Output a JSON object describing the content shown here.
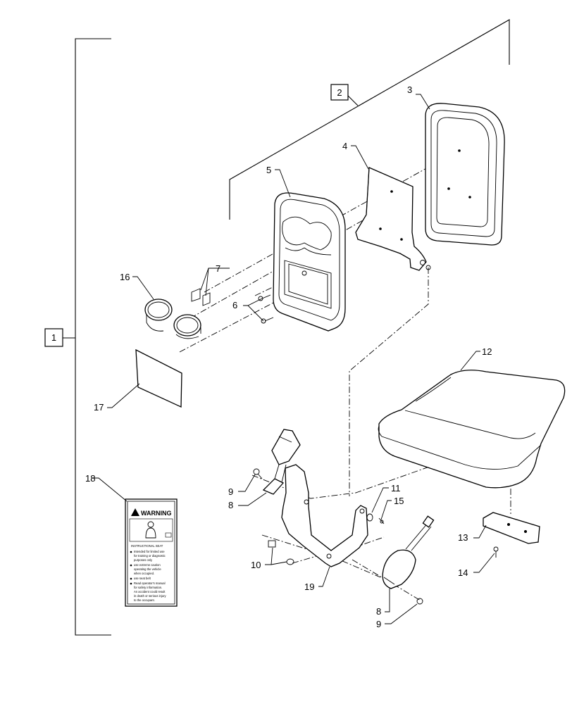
{
  "callouts": {
    "c1": "1",
    "c2": "2",
    "c3": "3",
    "c4": "4",
    "c5": "5",
    "c6": "6",
    "c7": "7",
    "c8a": "8",
    "c8b": "8",
    "c9a": "9",
    "c9b": "9",
    "c10": "10",
    "c11": "11",
    "c12": "12",
    "c13": "13",
    "c14": "14",
    "c15": "15",
    "c16": "16",
    "c17": "17",
    "c18": "18",
    "c19": "19"
  },
  "warning_label": {
    "heading": "WARNING",
    "title": "INSTRUCTIONAL SEAT",
    "lines": [
      "Intended for limited use",
      "for training or diagnostic",
      "purposes only",
      "use extreme caution",
      "operating the vehicle",
      "when occupied.",
      "use seat belt",
      "Read operator's manual",
      "for safety information.",
      "An accident could result",
      "in death or serious injury",
      "to the occupant."
    ]
  }
}
